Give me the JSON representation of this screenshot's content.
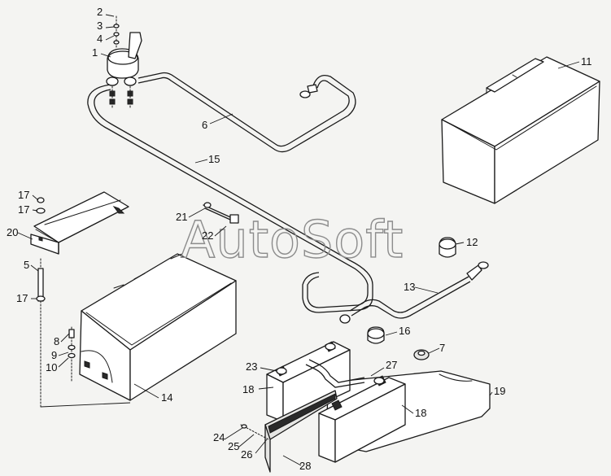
{
  "watermark": "AutoSoft",
  "callouts": {
    "c1": "1",
    "c2": "2",
    "c3": "3",
    "c4": "4",
    "c5": "5",
    "c6": "6",
    "c7": "7",
    "c8": "8",
    "c9": "9",
    "c10": "10",
    "c11": "11",
    "c12": "12",
    "c13": "13",
    "c14": "14",
    "c15": "15",
    "c16": "16",
    "c17a": "17",
    "c17b": "17",
    "c17c": "17",
    "c18a": "18",
    "c18b": "18",
    "c19": "19",
    "c20": "20",
    "c21": "21",
    "c22": "22",
    "c23": "23",
    "c24": "24",
    "c25": "25",
    "c26": "26",
    "c27": "27",
    "c28": "28"
  }
}
